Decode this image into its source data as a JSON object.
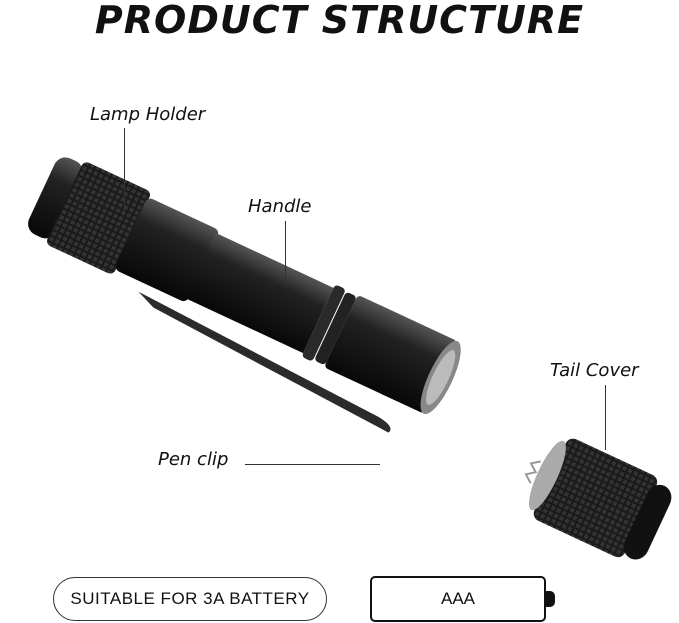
{
  "title": "PRODUCT STRUCTURE",
  "labels": {
    "lamp_holder": "Lamp Holder",
    "handle": "Handle",
    "tail_cover": "Tail Cover",
    "pen_clip": "Pen clip"
  },
  "badges": {
    "suitable": "SUITABLE FOR 3A BATTERY",
    "battery": "AAA"
  },
  "colors": {
    "body": "#1a1a1a",
    "text": "#111111"
  }
}
